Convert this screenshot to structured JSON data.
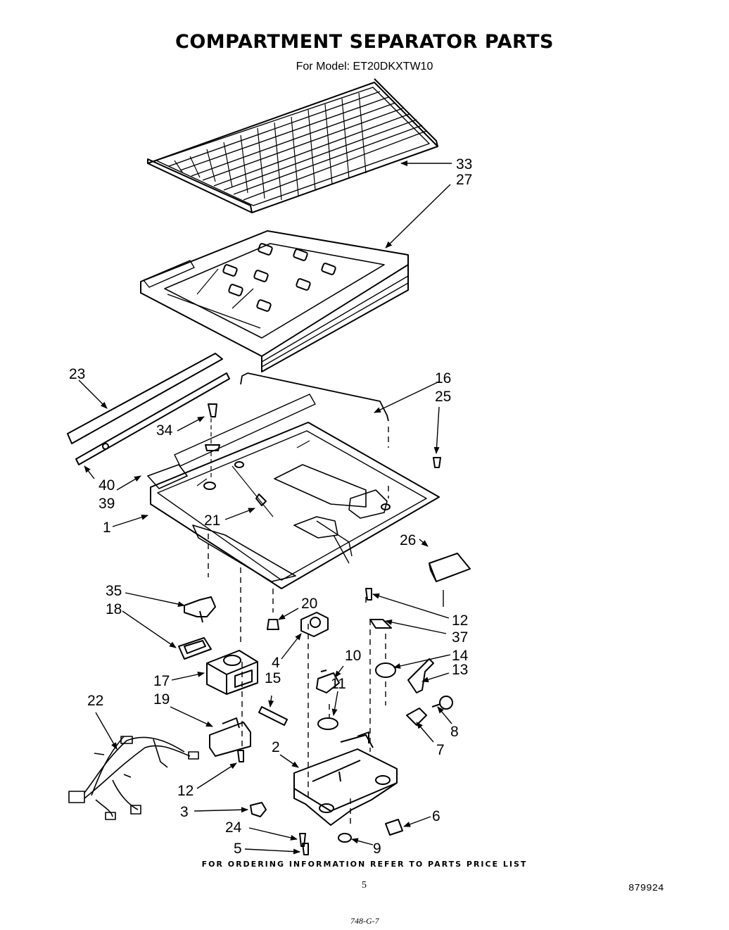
{
  "header": {
    "title": "COMPARTMENT SEPARATOR PARTS",
    "subtitle": "For Model: ET20DKXTW10"
  },
  "callouts": {
    "c33": "33",
    "c27": "27",
    "c23": "23",
    "c16": "16",
    "c25": "25",
    "c34": "34",
    "c40": "40",
    "c39": "39",
    "c1": "1",
    "c21": "21",
    "c26": "26",
    "c35": "35",
    "c18": "18",
    "c20": "20",
    "c12a": "12",
    "c37": "37",
    "c4": "4",
    "c10": "10",
    "c14": "14",
    "c13": "13",
    "c17": "17",
    "c15": "15",
    "c11": "11",
    "c22": "22",
    "c19": "19",
    "c8": "8",
    "c7": "7",
    "c2": "2",
    "c12b": "12",
    "c3": "3",
    "c6": "6",
    "c24": "24",
    "c9": "9",
    "c5": "5"
  },
  "footer": {
    "ordering_note": "FOR ORDERING INFORMATION REFER TO PARTS PRICE LIST",
    "page_number": "5",
    "document_number": "879924",
    "code": "748-G-7"
  }
}
